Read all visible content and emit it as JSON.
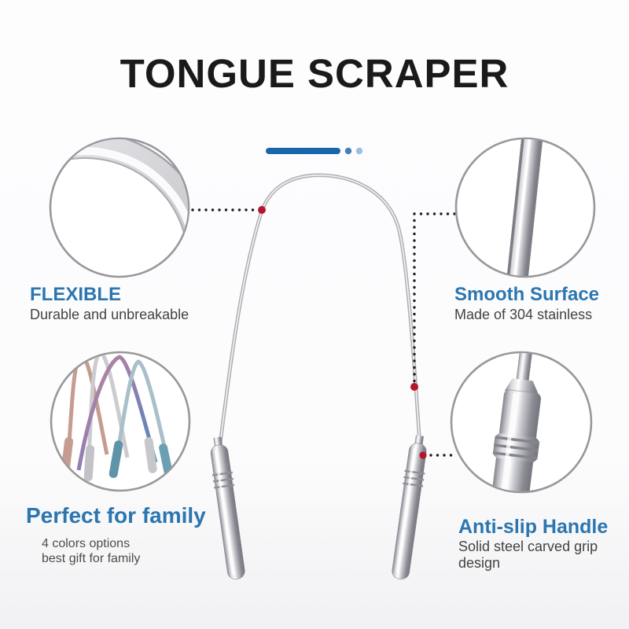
{
  "title": "TONGUE SCRAPER",
  "divider": {
    "bar_color": "#1a66ad",
    "dot1_color": "#4480b6",
    "dot2_color": "#9cc0dc"
  },
  "colors": {
    "accent_blue": "#2b76b0",
    "title_black": "#1a1a1a",
    "subtext_gray": "#424242",
    "marker_red": "#b5162c",
    "connector_black": "#1e1e1e",
    "circle_border_gray": "#98989c",
    "steel_silver": "#c9c9cf"
  },
  "callouts": {
    "flexible": {
      "heading": "FLEXIBLE",
      "subtext": "Durable and unbreakable",
      "illustration": "flexible-band-closeup"
    },
    "smooth": {
      "heading": "Smooth Surface",
      "subtext": "Made of 304 stainless",
      "illustration": "smooth-rod-closeup"
    },
    "family": {
      "heading": "Perfect for family",
      "subtext_line1": "4 colors options",
      "subtext_line2": "best gift for family",
      "illustration": "four-color-scrapers"
    },
    "handle": {
      "heading": "Anti-slip Handle",
      "subtext_line1": "Solid steel carved grip",
      "subtext_line2": "design",
      "illustration": "anti-slip-handle-closeup"
    }
  },
  "product": {
    "name": "stainless steel U-shaped tongue scraper",
    "variant_colors": [
      "rose-gold",
      "silver",
      "rainbow",
      "teal"
    ]
  }
}
